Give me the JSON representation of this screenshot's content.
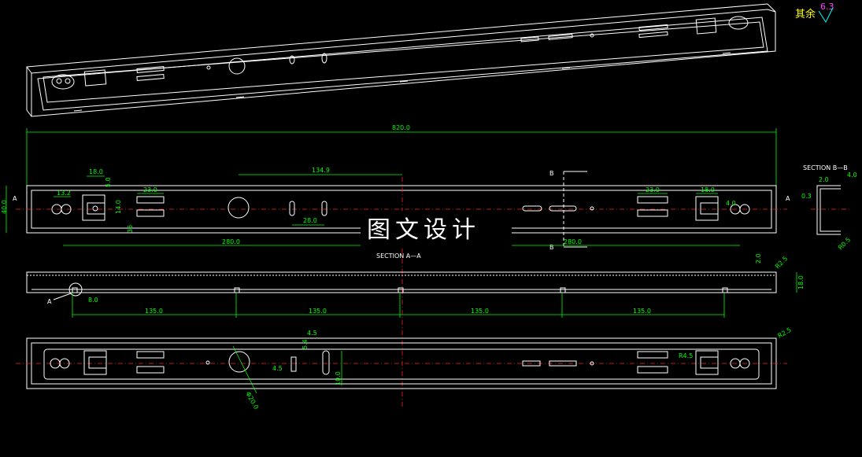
{
  "roughness": {
    "prefix": "其余",
    "value": "6.3"
  },
  "watermark": "图文设计",
  "section_labels": {
    "aa": "SECTION A—A",
    "bb": "SECTION B—B",
    "a_left": "A",
    "a_right": "A",
    "b_top": "B",
    "b_bottom": "B",
    "a_detail": "A"
  },
  "dimensions": {
    "overall_length": "820.0",
    "d_134_9": "134.9",
    "d_18_0_top": "18.0",
    "d_13_2": "13.2",
    "d_23_0_left": "23.0",
    "d_23_0_right": "23.0",
    "d_18_0_right": "18.0",
    "d_4_0_right": "4.0",
    "d_5_0": "5.0",
    "d_14_0": "14.0",
    "d_35": "35",
    "d_40_0": "40.0",
    "d_28_0": "28.0",
    "d_280_0_left": "280.0",
    "d_280_0_right": "280.0",
    "bb_2_0": "2.0",
    "bb_4_0": "4.0",
    "bb_0_3": "0.3",
    "bb_r": "R0.5",
    "sec_2_0": "2.0",
    "sec_r2_5": "R2.5",
    "sec_18_0": "18.0",
    "sec_8_0": "8.0",
    "pitch_1": "135.0",
    "pitch_2": "135.0",
    "pitch_3": "135.0",
    "pitch_4": "135.0",
    "bot_4_5_top": "4.5",
    "bot_4_5_left": "4.5",
    "bot_5_4": "5.4",
    "bot_10_0": "10.0",
    "bot_dia": "Φ20.0",
    "bot_r2_5": "R2.5",
    "bot_r4_5": "R4.5"
  }
}
